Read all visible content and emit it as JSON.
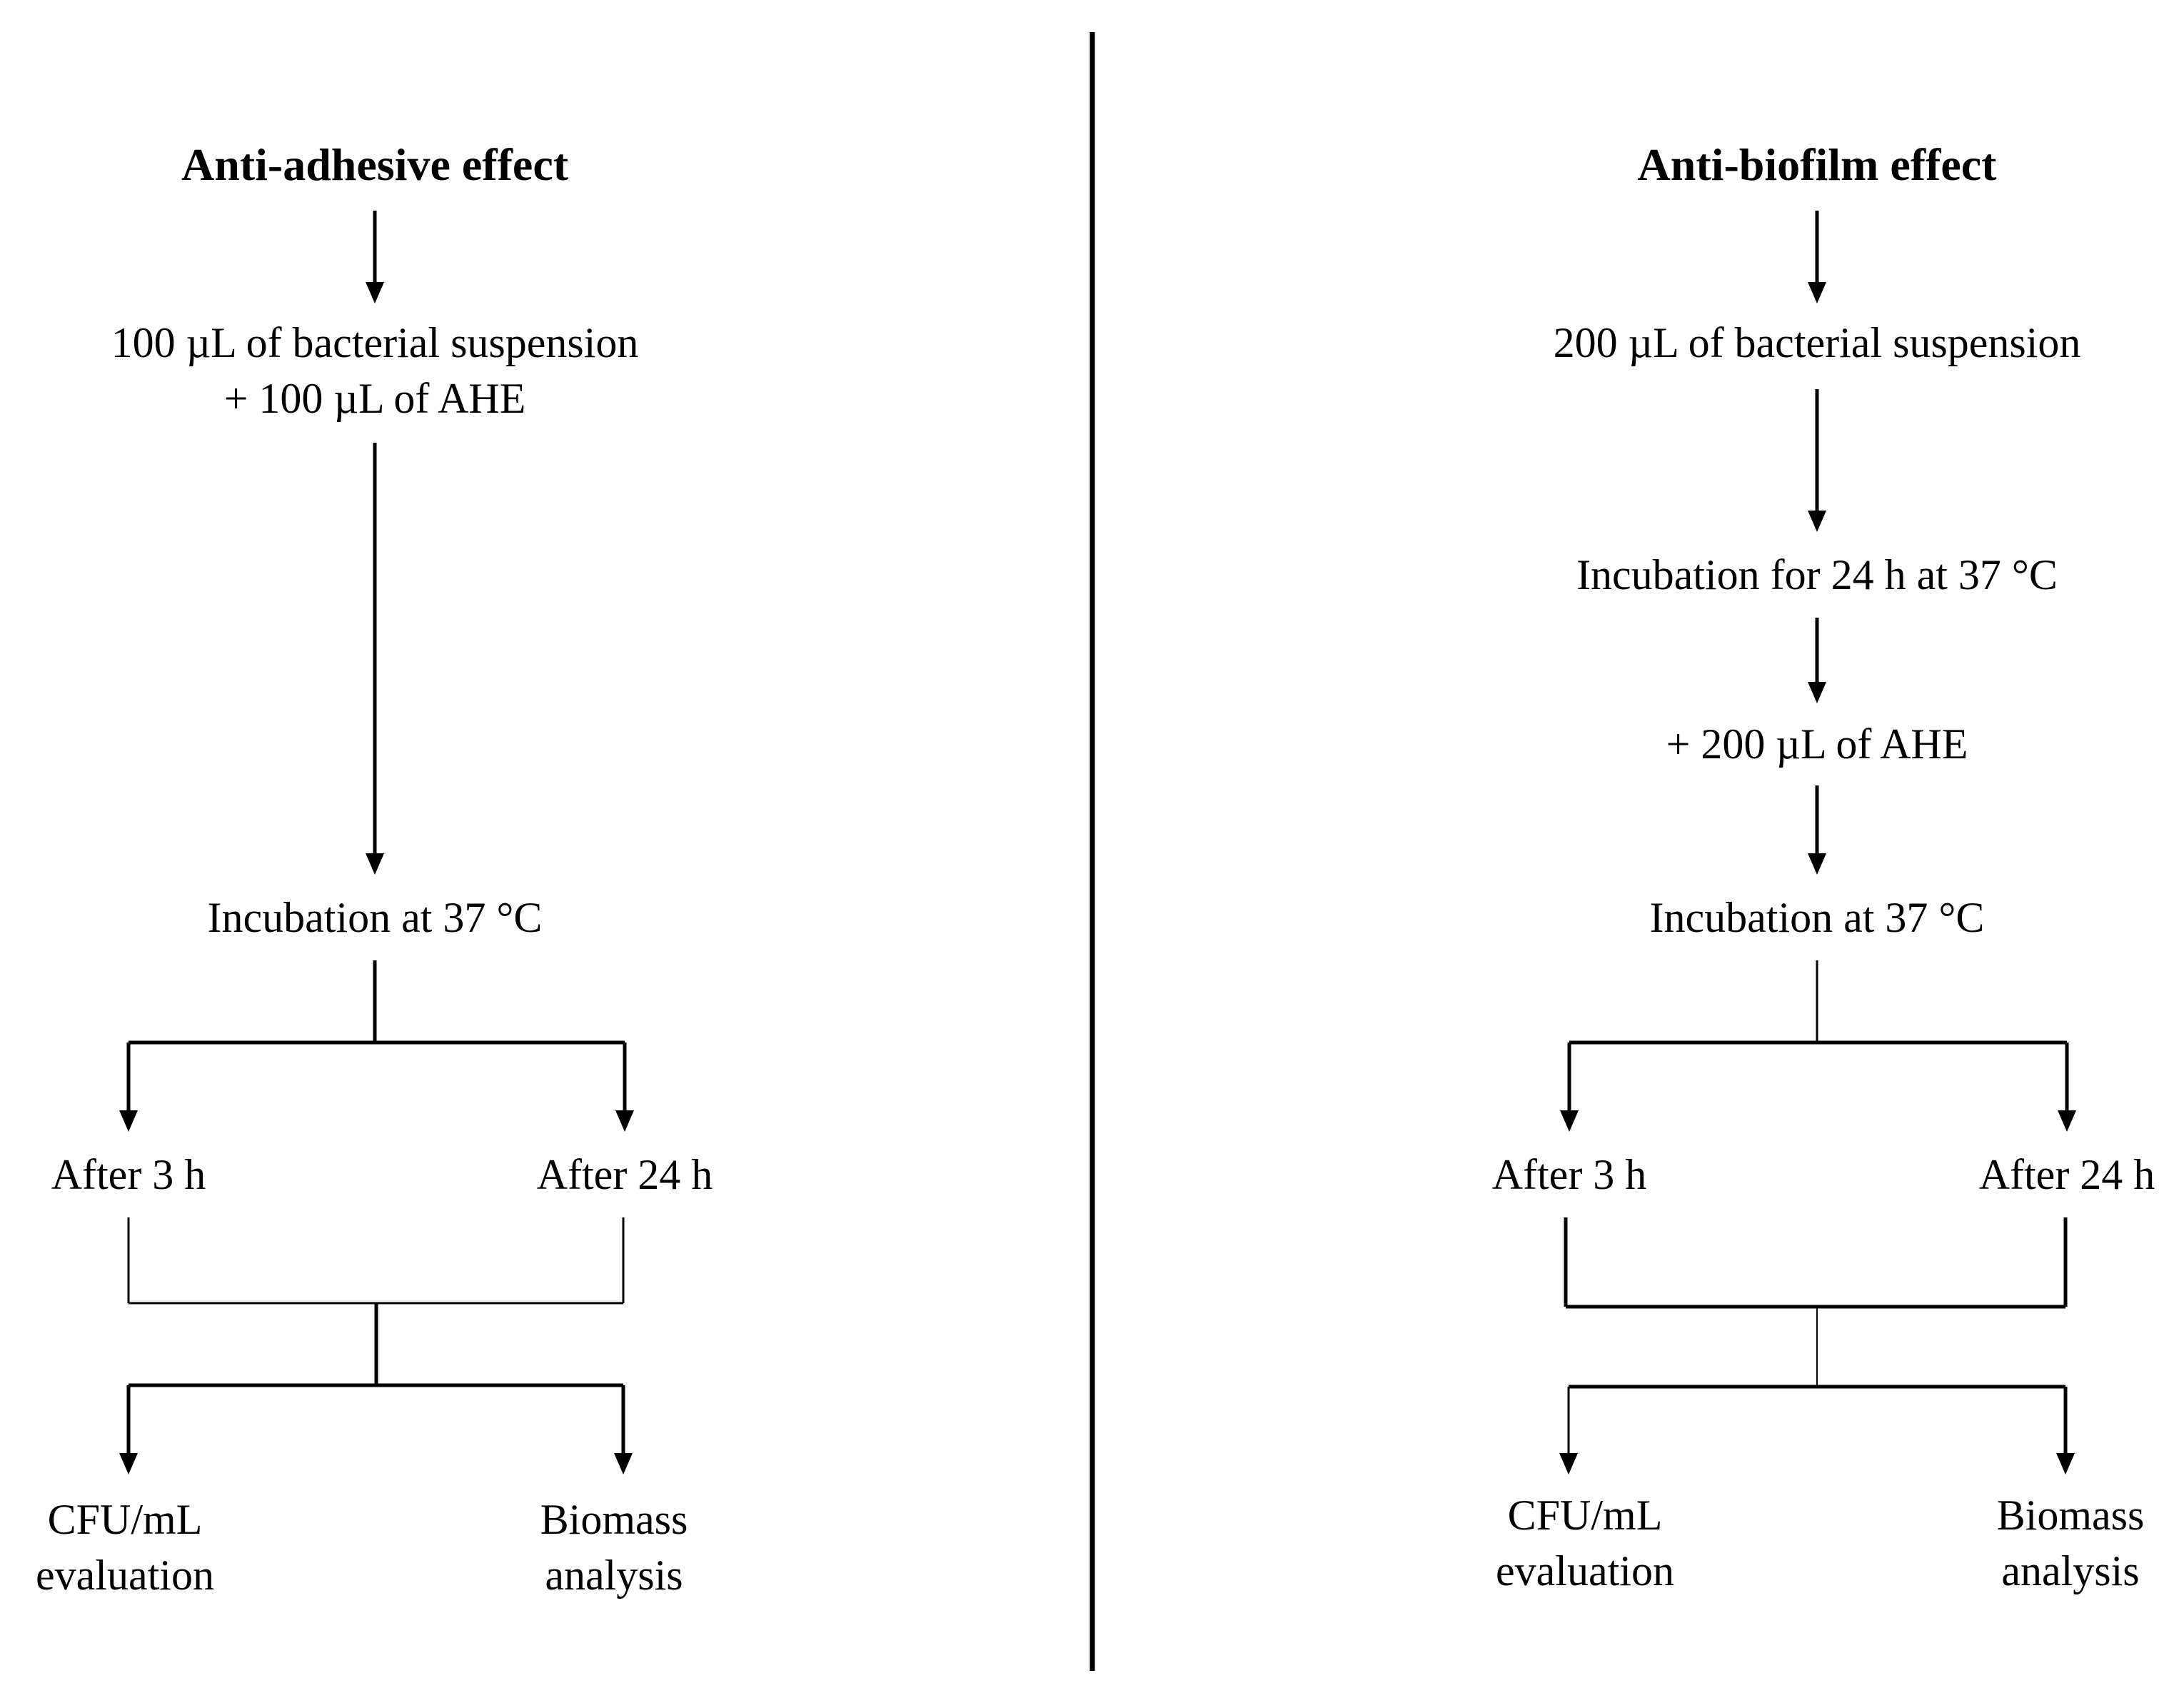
{
  "left": {
    "title": "Anti-adhesive effect",
    "step1_line1": "100 µL of bacterial suspension",
    "step1_line2": "+ 100 µL of AHE",
    "incubation": "Incubation at 37 °C",
    "after_short": "After 3 h",
    "after_long": "After 24 h",
    "cfu_line1": "CFU/mL",
    "cfu_line2": "evaluation",
    "biomass_line1": "Biomass",
    "biomass_line2": "analysis"
  },
  "right": {
    "title": "Anti-biofilm effect",
    "step1": "200 µL of bacterial suspension",
    "pre_incubation": "Incubation for 24 h at 37 °C",
    "add_ahe": "+ 200 µL of AHE",
    "incubation": "Incubation at 37 °C",
    "after_short": "After 3 h",
    "after_long": "After 24 h",
    "cfu_line1": "CFU/mL",
    "cfu_line2": "evaluation",
    "biomass_line1": "Biomass",
    "biomass_line2": "analysis"
  }
}
